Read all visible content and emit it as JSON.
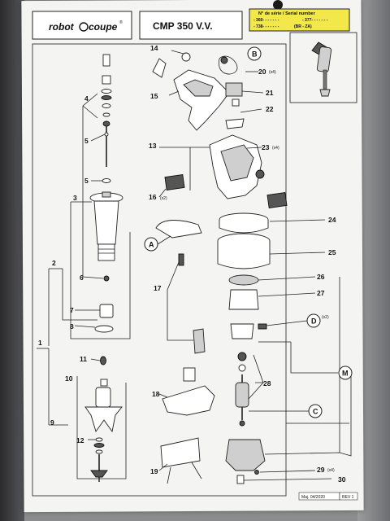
{
  "header": {
    "brand_left": "robot",
    "brand_right": "coupe",
    "registered": "®",
    "model": "CMP 350 V.V.",
    "serial_title": "N° de série / Serial number",
    "serial_line1_a": "- 360- - - - - - -",
    "serial_line1_b": "- 377- - - - - - -",
    "serial_line2_a": "- 738- - - - - - -",
    "serial_line2_b": "(BR - ZA)"
  },
  "callouts": {
    "n1": "1",
    "n2": "2",
    "n3": "3",
    "n4": "4",
    "n5a": "5",
    "n5b": "5",
    "n6": "6",
    "n7": "7",
    "n8": "8",
    "n9": "9",
    "n10": "10",
    "n11": "11",
    "n12": "12",
    "n13": "13",
    "n14": "14",
    "n15": "15",
    "n16": "16",
    "n16q": "(x2)",
    "n17": "17",
    "n18": "18",
    "n19": "19",
    "n20": "20",
    "n20q": "(x4)",
    "n21": "21",
    "n22": "22",
    "n23": "23",
    "n23q": "(x4)",
    "n24": "24",
    "n25": "25",
    "n26": "26",
    "n27": "27",
    "n28": "28",
    "n29": "29",
    "n29q": "(x4)",
    "n30": "30",
    "cA": "A",
    "cB": "B",
    "cC": "C",
    "cD": "D",
    "cDq": "(x2)",
    "cM": "M"
  },
  "footer": {
    "date": "Maj. 04/2020",
    "rev": "REV 1"
  },
  "colors": {
    "serial_box": "#f2e84a",
    "sheet": "#f4f4f2",
    "ink": "#111111"
  }
}
